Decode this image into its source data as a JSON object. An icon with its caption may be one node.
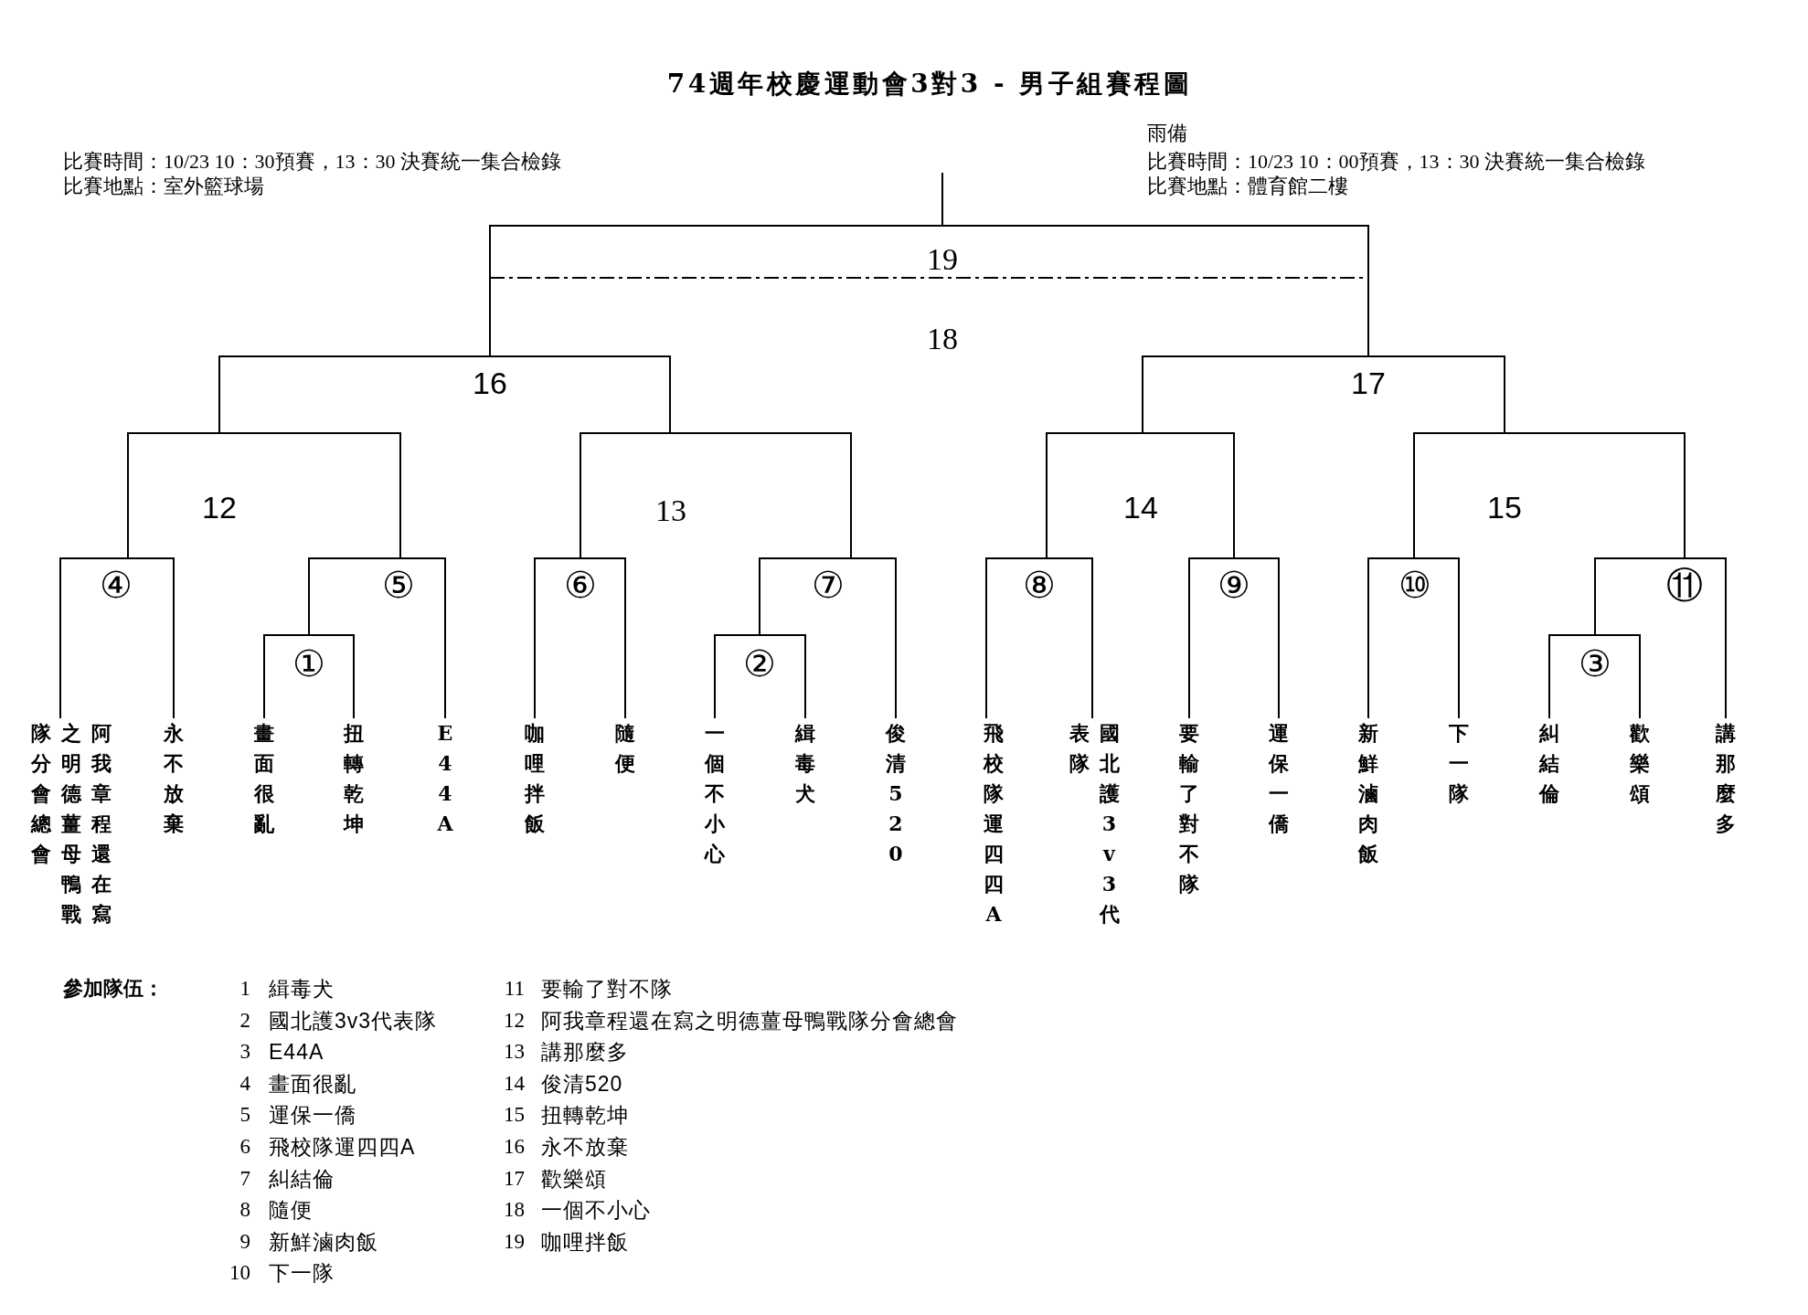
{
  "diagram": {
    "title": "74週年校慶運動會3對3 - 男子組賽程圖",
    "nodes": [
      {
        "text": [
          "19"
        ]
      },
      {
        "text": [
          "18"
        ]
      },
      {
        "text": [
          "16"
        ]
      },
      {
        "text": [
          "17"
        ]
      },
      {
        "text": [
          "12"
        ]
      },
      {
        "text": [
          "13"
        ]
      },
      {
        "text": [
          "14"
        ]
      },
      {
        "text": [
          "15"
        ]
      },
      {
        "text": [
          "④"
        ]
      },
      {
        "text": [
          "⑤"
        ]
      },
      {
        "text": [
          "⑥"
        ]
      },
      {
        "text": [
          "⑦"
        ]
      },
      {
        "text": [
          "⑧"
        ]
      },
      {
        "text": [
          "⑨"
        ]
      },
      {
        "text": [
          "⑩"
        ]
      },
      {
        "text": [
          "⑪"
        ]
      },
      {
        "text": [
          "①"
        ]
      },
      {
        "text": [
          "②"
        ]
      },
      {
        "text": [
          "③"
        ]
      },
      {
        "text": [
          "阿我章程還在寫之明德薑母鴨戰隊分會總會"
        ]
      },
      {
        "text": [
          "永不放棄"
        ]
      },
      {
        "text": [
          "畫面很亂"
        ]
      },
      {
        "text": [
          "扭轉乾坤"
        ]
      },
      {
        "text": [
          "E44A"
        ]
      },
      {
        "text": [
          "咖哩拌飯"
        ]
      },
      {
        "text": [
          "隨便"
        ]
      },
      {
        "text": [
          "一個不小心"
        ]
      },
      {
        "text": [
          "緝毒犬"
        ]
      },
      {
        "text": [
          "俊清520"
        ]
      },
      {
        "text": [
          "飛校隊運四四A"
        ]
      },
      {
        "text": [
          "國北護3v3代表隊"
        ]
      },
      {
        "text": [
          "要輸了對不隊"
        ]
      },
      {
        "text": [
          "運保一僑"
        ]
      },
      {
        "text": [
          "新鮮滷肉飯"
        ]
      },
      {
        "text": [
          "下一隊"
        ]
      },
      {
        "text": [
          "糾結倫"
        ]
      },
      {
        "text": [
          "歡樂頌"
        ]
      },
      {
        "text": [
          "講那麼多"
        ]
      }
    ],
    "edges": [
      {
        "from": 19,
        "to": 8,
        "arrow": "none"
      },
      {
        "from": 20,
        "to": 8,
        "arrow": "none"
      },
      {
        "from": 21,
        "to": 16,
        "arrow": "none"
      },
      {
        "from": 22,
        "to": 16,
        "arrow": "none"
      },
      {
        "from": 16,
        "to": 9,
        "arrow": "none"
      },
      {
        "from": 23,
        "to": 9,
        "arrow": "none"
      },
      {
        "from": 24,
        "to": 10,
        "arrow": "none"
      },
      {
        "from": 25,
        "to": 10,
        "arrow": "none"
      },
      {
        "from": 26,
        "to": 17,
        "arrow": "none"
      },
      {
        "from": 27,
        "to": 17,
        "arrow": "none"
      },
      {
        "from": 17,
        "to": 11,
        "arrow": "none"
      },
      {
        "from": 28,
        "to": 11,
        "arrow": "none"
      },
      {
        "from": 29,
        "to": 12,
        "arrow": "none"
      },
      {
        "from": 30,
        "to": 12,
        "arrow": "none"
      },
      {
        "from": 31,
        "to": 13,
        "arrow": "none"
      },
      {
        "from": 32,
        "to": 13,
        "arrow": "none"
      },
      {
        "from": 33,
        "to": 14,
        "arrow": "none"
      },
      {
        "from": 34,
        "to": 14,
        "arrow": "none"
      },
      {
        "from": 35,
        "to": 18,
        "arrow": "none"
      },
      {
        "from": 36,
        "to": 18,
        "arrow": "none"
      },
      {
        "from": 18,
        "to": 15,
        "arrow": "none"
      },
      {
        "from": 37,
        "to": 15,
        "arrow": "none"
      },
      {
        "from": 8,
        "to": 4,
        "arrow": "none"
      },
      {
        "from": 9,
        "to": 4,
        "arrow": "none"
      },
      {
        "from": 10,
        "to": 5,
        "arrow": "none"
      },
      {
        "from": 11,
        "to": 5,
        "arrow": "none"
      },
      {
        "from": 12,
        "to": 6,
        "arrow": "none"
      },
      {
        "from": 13,
        "to": 6,
        "arrow": "none"
      },
      {
        "from": 14,
        "to": 7,
        "arrow": "none"
      },
      {
        "from": 15,
        "to": 7,
        "arrow": "none"
      },
      {
        "from": 4,
        "to": 2,
        "arrow": "none"
      },
      {
        "from": 5,
        "to": 2,
        "arrow": "none"
      },
      {
        "from": 6,
        "to": 3,
        "arrow": "none"
      },
      {
        "from": 7,
        "to": 3,
        "arrow": "none"
      },
      {
        "from": 2,
        "to": 0,
        "arrow": "none"
      },
      {
        "from": 3,
        "to": 0,
        "arrow": "none"
      },
      {
        "from": 0,
        "to": null,
        "arrow": "none"
      }
    ],
    "labels": [
      "比賽時間：10/23 10：30預賽，13：30 決賽統一集合檢錄",
      "比賽地點：室外籃球場",
      "雨備",
      "比賽時間：10/23 10：00預賽，13：30 決賽統一集合檢錄",
      "比賽地點：體育館二樓",
      "參加隊伍：",
      "1",
      "緝毒犬",
      "11",
      "要輸了對不隊",
      "2",
      "國北護3v3代表隊",
      "12",
      "阿我章程還在寫之明德薑母鴨戰隊分會總會",
      "3",
      "E44A",
      "13",
      "講那麼多",
      "4",
      "畫面很亂",
      "14",
      "俊清520",
      "5",
      "運保一僑",
      "15",
      "扭轉乾坤",
      "6",
      "飛校隊運四四A",
      "16",
      "永不放棄",
      "7",
      "糾結倫",
      "17",
      "歡樂頌",
      "8",
      "隨便",
      "18",
      "一個不小心",
      "9",
      "新鮮滷肉飯",
      "19",
      "咖哩拌飯",
      "10",
      "下一隊"
    ]
  }
}
